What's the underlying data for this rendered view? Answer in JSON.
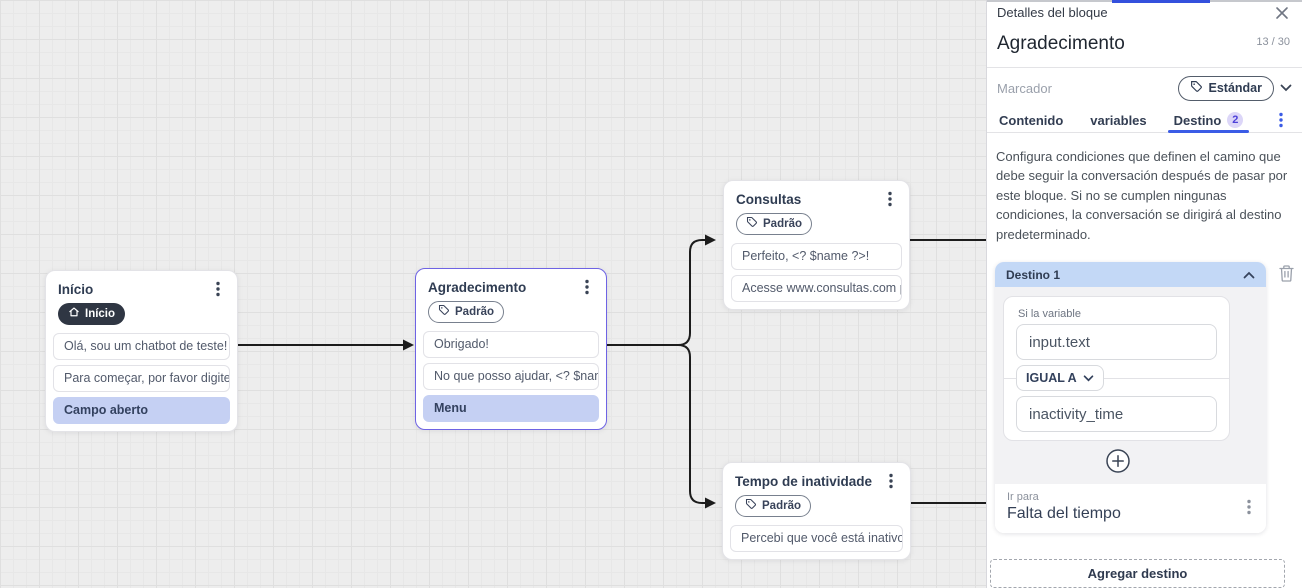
{
  "canvas": {
    "nodes": [
      {
        "title": "Início",
        "badge": "Início",
        "badge_style": "dark-home",
        "selected": false,
        "rows": [
          {
            "text": "Olá, sou um chatbot de teste!",
            "highlight": false
          },
          {
            "text": "Para começar, por favor digite o ...",
            "highlight": false
          },
          {
            "text": "Campo aberto",
            "highlight": true
          }
        ]
      },
      {
        "title": "Agradecimento",
        "badge": "Padrão",
        "badge_style": "outline-tag",
        "selected": true,
        "rows": [
          {
            "text": "Obrigado!",
            "highlight": false
          },
          {
            "text": "No que posso ajudar, <? $name ...",
            "highlight": false
          },
          {
            "text": "Menu",
            "highlight": true
          }
        ]
      },
      {
        "title": "Consultas",
        "badge": "Padrão",
        "badge_style": "outline-tag",
        "selected": false,
        "rows": [
          {
            "text": "Perfeito, <? $name ?>!",
            "highlight": false
          },
          {
            "text": "Acesse www.consultas.com par...",
            "highlight": false
          }
        ]
      },
      {
        "title": "Tempo de inatividade",
        "badge": "Padrão",
        "badge_style": "outline-tag",
        "selected": false,
        "rows": [
          {
            "text": "Percebi que você está inativo. C...",
            "highlight": false
          }
        ]
      }
    ]
  },
  "panel": {
    "header_title": "Detalles del bloque",
    "block_title": "Agradecimento",
    "counter": "13 / 30",
    "marker_label": "Marcador",
    "marker_value": "Estándar",
    "tabs": [
      {
        "label": "Contenido",
        "active": false
      },
      {
        "label": "variables",
        "active": false
      },
      {
        "label": "Destino",
        "badge": "2",
        "active": true
      }
    ],
    "description": "Configura condiciones que definen el camino que debe seguir la conversación después de pasar por este bloque. Si no se cumplen ningunas condiciones, la conversación se dirigirá al destino predeterminado.",
    "destination": {
      "title": "Destino 1",
      "condition_label": "Si la variable",
      "variable_value": "input.text",
      "operator": "IGUAL A",
      "compare_value": "inactivity_time",
      "goto_label": "Ir para",
      "goto_value": "Falta del tiempo"
    },
    "add_destination": "Agregar destino"
  },
  "colors": {
    "accent_blue": "#3b5ce6",
    "top_indicator_blue": "#3450dd",
    "selected_node_border": "#6e63e4",
    "row_highlight_bg": "#c5d0f3",
    "destination_header_bg": "#c3d8f6",
    "tab_badge_bg": "#dcd6f8",
    "tab_badge_text": "#4d41d8",
    "connector": "#1c1c1c",
    "canvas_bg": "#ededed"
  }
}
